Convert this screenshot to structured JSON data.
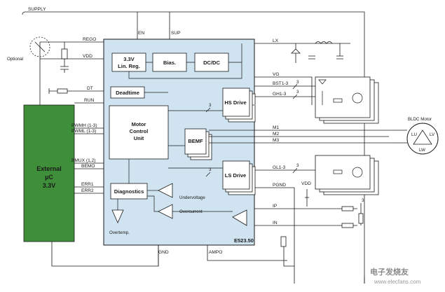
{
  "labels": {
    "supply": "SUPPLY",
    "en": "EN",
    "sup": "SUP",
    "rego": "REGO",
    "vdd": "VDD",
    "optional": "Optional",
    "dt": "DT",
    "run": "RUN",
    "pwmh": "PWMH (1-3)",
    "pwml": "PWML (1-3)",
    "bmux": "BMUX (1,2)",
    "bemo": "BEMO",
    "err1": "ERR1",
    "err2": "ERR2",
    "lx": "LX",
    "vg": "VG",
    "bst": "BST1-3",
    "gh": "GH1-3",
    "m1": "M1",
    "m2": "M2",
    "m3": "M3",
    "gl": "GL1-3",
    "pgnd": "PGND",
    "ip": "IP",
    "in": "IN",
    "gnd": "GND",
    "ampo": "AMPO",
    "vdd_right": "VDD",
    "chip": "E523.50",
    "bus3": "3",
    "bldc": "BLDC Motor",
    "lu": "LU",
    "lv": "LV",
    "lw": "LW"
  },
  "blocks": {
    "linreg_line1": "3.3V",
    "linreg_line2": "Lin. Reg.",
    "bias": "Bias.",
    "dcdc": "DC/DC",
    "deadtime": "Deadtime",
    "hs_drive": "HS Drive",
    "motor_line1": "Motor",
    "motor_line2": "Control",
    "motor_line3": "Unit",
    "bemf": "BEMF",
    "ls_drive": "LS Drive",
    "diagnostics": "Diagnostics",
    "undervoltage": "Undervoltage",
    "overcurrent": "Overcurrent",
    "overtemp": "Overtemp.",
    "ext_line1": "External",
    "ext_line2": "µC",
    "ext_line3": "3.3V"
  },
  "watermark": {
    "cn": "电子发烧友",
    "url": "www.elecfans.com"
  },
  "colors": {
    "chip_fill": "#cfe3f0",
    "ext_fill": "#3f8f3a",
    "line": "#1a1a1a",
    "block_fill": "#ffffff"
  }
}
